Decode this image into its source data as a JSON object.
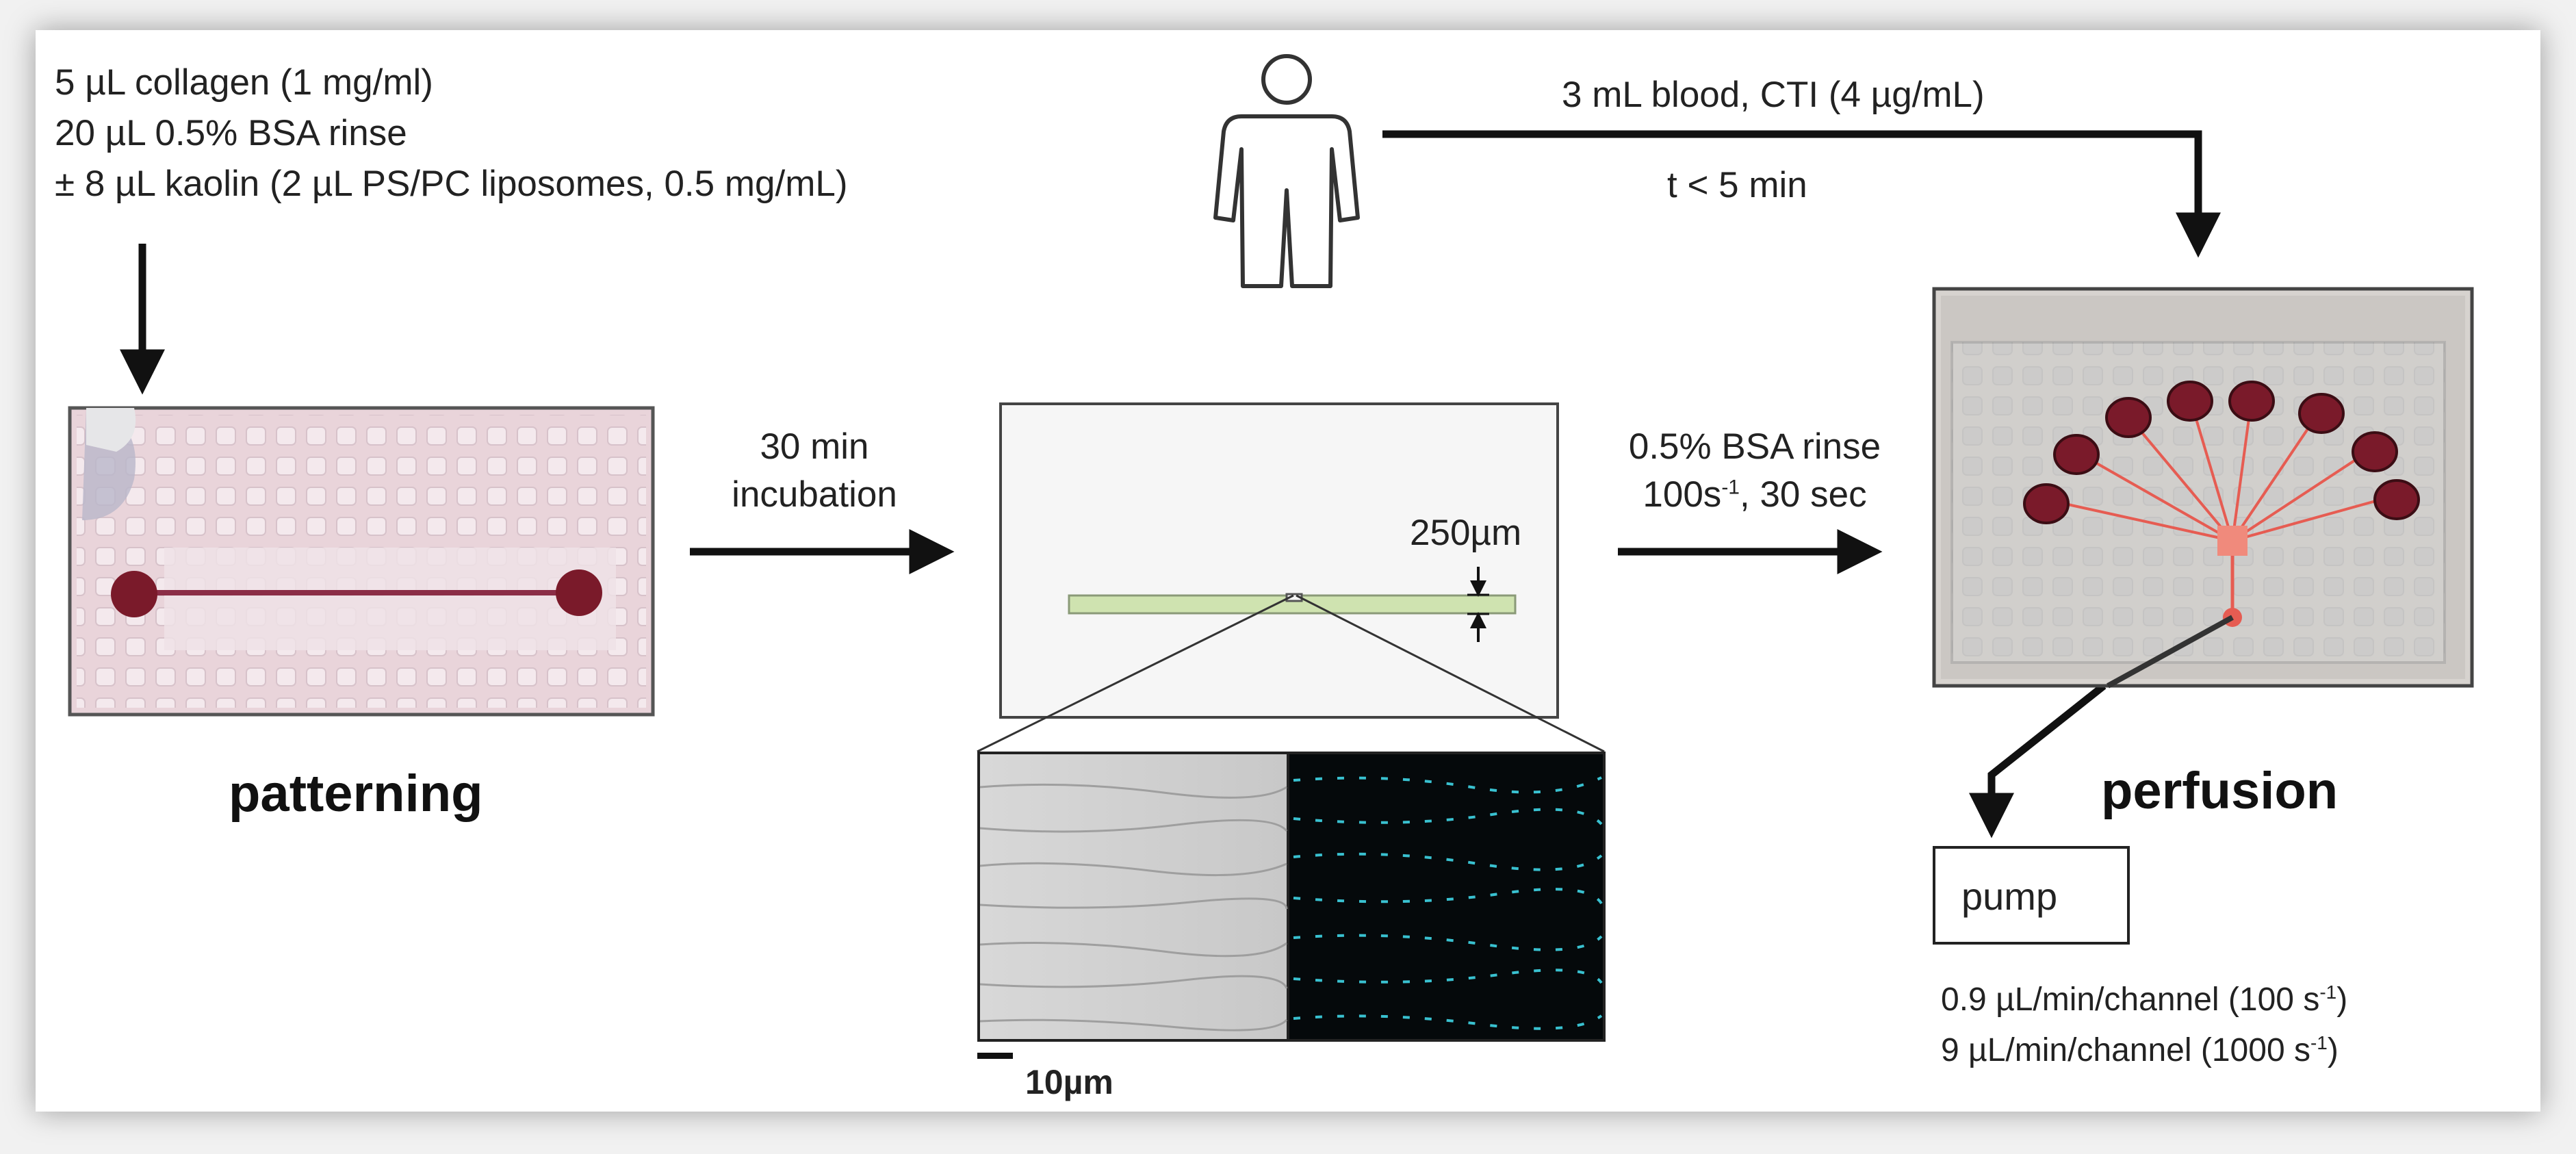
{
  "patterning": {
    "reagents": [
      "5 µL collagen (1 mg/ml)",
      "20 µL 0.5% BSA rinse",
      "± 8 µL kaolin (2 µL PS/PC liposomes, 0.5 mg/mL)"
    ],
    "label": "patterning"
  },
  "incubation": {
    "line1": "30 min",
    "line2": "incubation"
  },
  "channel": {
    "width_label": "250µm",
    "scale_label": "10µm"
  },
  "rinse": {
    "line1": "0.5% BSA rinse",
    "line2_main": "100s",
    "line2_sup": "-1",
    "line2_tail": ", 30 sec"
  },
  "blood": {
    "line1": "3 mL blood, CTI (4 µg/mL)",
    "line2": "t < 5 min"
  },
  "perfusion": {
    "label": "perfusion",
    "pump_label": "pump",
    "flow1_main": "0.9 µL/min/channel (100 s",
    "flow1_sup": "-1",
    "flow1_tail": ")",
    "flow2_main": "9 µL/min/channel  (1000 s",
    "flow2_sup": "-1",
    "flow2_tail": ")"
  },
  "colors": {
    "arrow": "#111111",
    "channel_fill": "#cfe3b0",
    "chip_pink": "#ead6dc",
    "blood_red": "#7a1a2a",
    "fluor_cyan": "#3fd6e6"
  },
  "icons": [
    "person-icon"
  ]
}
